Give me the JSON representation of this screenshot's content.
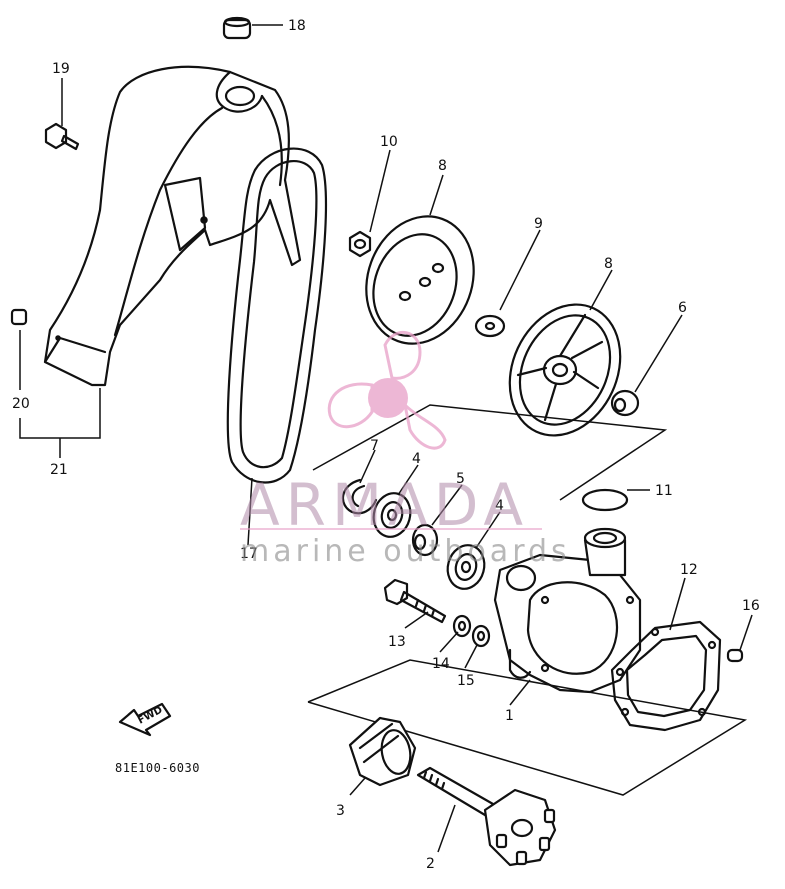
{
  "diagram": {
    "figure_code": "81E100-6030",
    "fwd_label": "FWD",
    "callouts": [
      "1",
      "2",
      "3",
      "4",
      "4",
      "5",
      "6",
      "7",
      "8",
      "8",
      "9",
      "10",
      "11",
      "12",
      "13",
      "14",
      "15",
      "16",
      "17",
      "18",
      "19",
      "20",
      "21"
    ]
  },
  "watermark": {
    "brand": "ARMADA",
    "tagline": "marine outboards",
    "colors": {
      "logo_pink": "#e8a0c8",
      "text_purple": "#b08aa8",
      "text_gray": "#8a8a8a"
    }
  }
}
